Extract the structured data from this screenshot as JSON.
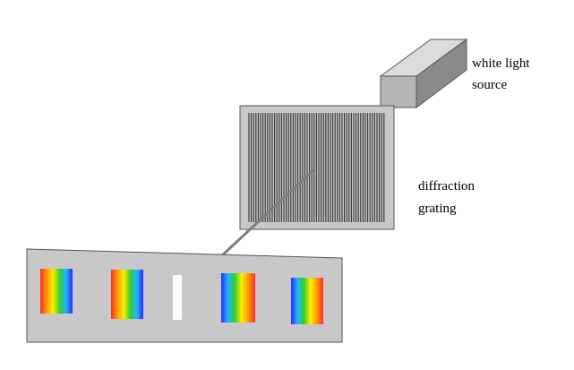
{
  "labels": {
    "light_source": [
      "white light",
      "source"
    ],
    "grating": [
      "diffraction",
      "grating"
    ]
  },
  "colors": {
    "background": "#ffffff",
    "surface": "#c8c8c8",
    "surface_dark": "#8a8a8a",
    "surface_mid": "#b4b4b4",
    "surface_light": "#dcdcdc",
    "outline": "#555555",
    "beam": "#7f7f7f",
    "slit": "#303030",
    "central_band": "#ffffff"
  },
  "spectrum_colors": [
    "#ff2a2a",
    "#ff9a00",
    "#ffee00",
    "#33cc33",
    "#1fb4ff",
    "#2a2aff"
  ],
  "spectrum_bands": [
    {
      "order": -2,
      "direction": "red-to-blue"
    },
    {
      "order": -1,
      "direction": "red-to-blue"
    },
    {
      "order": 0,
      "direction": "white"
    },
    {
      "order": 1,
      "direction": "blue-to-red"
    },
    {
      "order": 2,
      "direction": "blue-to-red"
    }
  ]
}
